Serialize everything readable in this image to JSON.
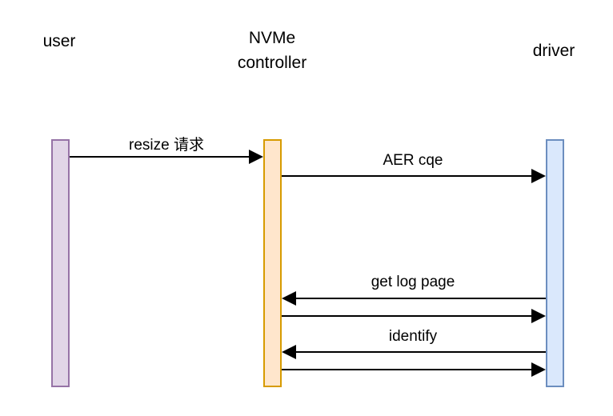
{
  "participants": [
    {
      "id": "user",
      "label": "user",
      "fill": "#e1d5e7",
      "stroke": "#9673a6"
    },
    {
      "id": "controller",
      "label_lines": [
        "NVMe",
        "controller"
      ],
      "fill": "#ffe6cc",
      "stroke": "#d79b00"
    },
    {
      "id": "driver",
      "label": "driver",
      "fill": "#dae8fc",
      "stroke": "#6c8ebf"
    }
  ],
  "messages": [
    {
      "from": "user",
      "to": "controller",
      "label": "resize 请求"
    },
    {
      "from": "controller",
      "to": "driver",
      "label": "AER cqe"
    },
    {
      "from": "driver",
      "to": "controller",
      "label": "get log page"
    },
    {
      "from": "controller",
      "to": "driver",
      "label": ""
    },
    {
      "from": "driver",
      "to": "controller",
      "label": "identify"
    },
    {
      "from": "controller",
      "to": "driver",
      "label": ""
    }
  ]
}
